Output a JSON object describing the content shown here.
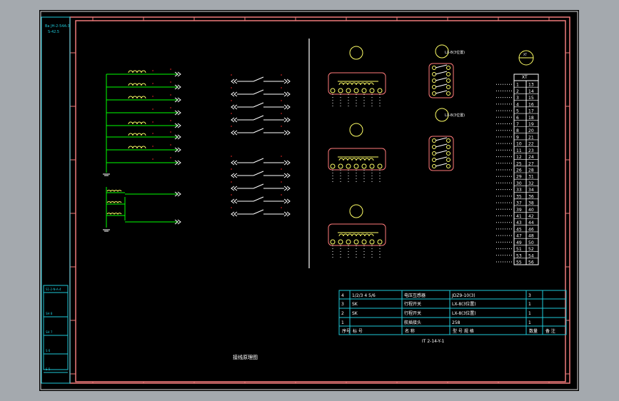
{
  "title_block": {
    "top_left": [
      "Ba JH-2-54A-3",
      "S-42.5"
    ],
    "left_stack": [
      "S1-2-N-A-4",
      "SH 8",
      "SH 7",
      "S 6",
      "S 5"
    ],
    "drawing_caption": "IT 2-14-Y-1",
    "bottom_caption": "接线原理图"
  },
  "bom": {
    "headers": [
      "序号",
      "标  号",
      "名  称",
      "型  号  规  格",
      "数量",
      "备 注"
    ],
    "rows": [
      [
        "4",
        "1/2/3 4 5/6",
        "电压互感器",
        "JDZ9-10(3)",
        "3",
        ""
      ],
      [
        "3",
        "SK",
        "行程开关",
        "LX-8(3位置)",
        "1",
        ""
      ],
      [
        "2",
        "SK",
        "行程开关",
        "LX-8(3位置)",
        "1",
        ""
      ],
      [
        "1",
        "",
        "航插接头",
        "258",
        "1",
        ""
      ]
    ]
  },
  "terminal_block": {
    "header": "XT",
    "circle_label": "XT",
    "rows": [
      [
        "1",
        "13"
      ],
      [
        "2",
        "14"
      ],
      [
        "3",
        "15"
      ],
      [
        "4",
        "16"
      ],
      [
        "5",
        "17"
      ],
      [
        "6",
        "18"
      ],
      [
        "7",
        "19"
      ],
      [
        "8",
        "20"
      ],
      [
        "9",
        "21"
      ],
      [
        "10",
        "22"
      ],
      [
        "11",
        "23"
      ],
      [
        "12",
        "24"
      ],
      [
        "25",
        "27"
      ],
      [
        "26",
        "28"
      ],
      [
        "29",
        "31"
      ],
      [
        "30",
        "32"
      ],
      [
        "33",
        "34"
      ],
      [
        "35",
        "36"
      ],
      [
        "37",
        "38"
      ],
      [
        "39",
        "40"
      ],
      [
        "41",
        "42"
      ],
      [
        "43",
        "44"
      ],
      [
        "45",
        "46"
      ],
      [
        "47",
        "48"
      ],
      [
        "49",
        "50"
      ],
      [
        "51",
        "52"
      ],
      [
        "53",
        "54"
      ],
      [
        "55",
        "56"
      ]
    ]
  },
  "switch_labels": {
    "switch_1": "LX-8(3位置)",
    "switch_2": "LX-8(3位置)"
  },
  "colors": {
    "sheet": "#000000",
    "frame": "#f07a7a",
    "table": "#1ec8d8",
    "wire": "#00ff00",
    "text": "#ffffff",
    "accent": "#ff2a2a",
    "component": "#ffff66"
  }
}
